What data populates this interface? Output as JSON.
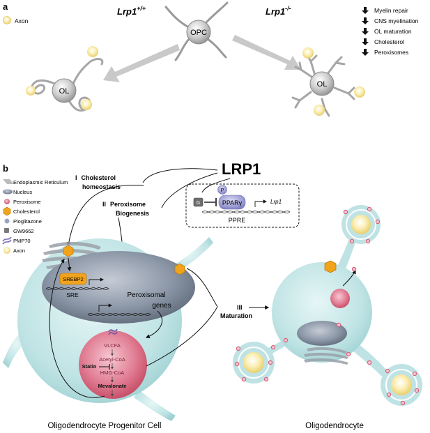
{
  "panel_a": {
    "label": "a",
    "legend_axon": "Axon",
    "wt_genotype": "Lrp1",
    "wt_superscript": "+/+",
    "ko_genotype": "Lrp1",
    "ko_superscript": "-/-",
    "opc_label": "OPC",
    "ol_left_label": "OL",
    "ol_right_label": "OL",
    "effects": [
      "Myelin repair",
      "CNS myelination",
      "OL maturation",
      "Cholesterol",
      "Peroxisomes"
    ]
  },
  "panel_b": {
    "label": "b",
    "legend": [
      "Endoplasmic Reticulum",
      "Nucleus",
      "Peroxisome",
      "Cholesterol",
      "Pioglitazone",
      "GW9662",
      "PMP70",
      "Axon"
    ],
    "lrp1_title": "LRP1",
    "pathway_i_num": "I",
    "pathway_i_line1": "Cholesterol",
    "pathway_i_line2": "homeostasis",
    "pathway_ii_num": "II",
    "pathway_ii_line1": "Peroxisome",
    "pathway_ii_line2": "Biogenesis",
    "pathway_iii_num": "III",
    "pathway_iii_label": "Maturation",
    "p_label": "P",
    "g_label": "G",
    "ppar_label": "PPARγ",
    "ppre_label": "PPRE",
    "lrp1_gene": "Lrp1",
    "srebp2": "SREBP2",
    "sre": "SRE",
    "perox_genes_1": "Peroxisomal",
    "perox_genes_2": "genes",
    "vlcfa": "VLCFA",
    "acetyl_coa": "Acetyl-CoA",
    "statin": "Statin",
    "hmg_coa": "HMG-CoA",
    "mevalonate": "Mevalonate",
    "opc_caption": "Oligodendrocyte Progenitor Cell",
    "ol_caption": "Oligodendrocyte"
  },
  "colors": {
    "cell_teal": "#bfe3e4",
    "cell_teal_dark": "#8ec9cb",
    "nucleus_grey": "#7e8a9a",
    "peroxisome_pink": "#d9607a",
    "cholesterol_orange": "#f2a31c",
    "axon_yellow": "#f7e49a",
    "ppar_purple": "#8f8fcf",
    "grey_cell": "#b8b8b8"
  }
}
